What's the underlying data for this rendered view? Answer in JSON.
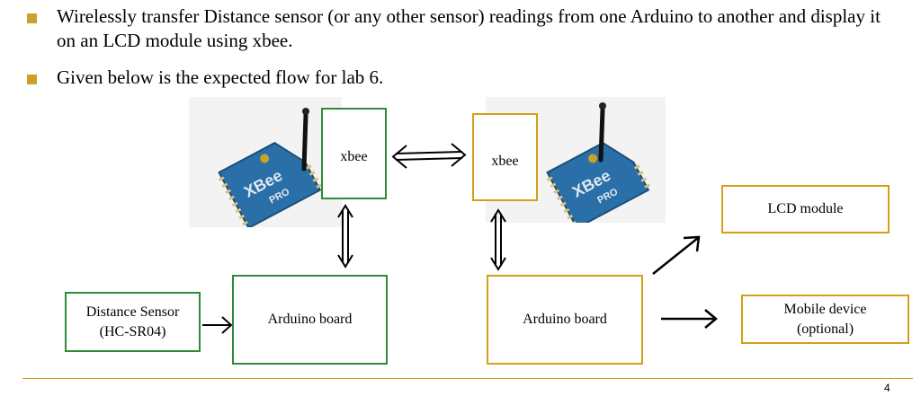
{
  "bullets": [
    {
      "text": "Wirelessly transfer Distance sensor (or any other sensor) readings from one Arduino to another and display it on an LCD module using xbee."
    },
    {
      "text": "Given below is the expected flow for lab 6."
    }
  ],
  "diagram": {
    "xbee_left": "xbee",
    "xbee_right": "xbee",
    "distance_sensor_line1": "Distance Sensor",
    "distance_sensor_line2": "(HC-SR04)",
    "arduino_left": "Arduino board",
    "arduino_right": "Arduino board",
    "lcd_module": "LCD module",
    "mobile_line1": "Mobile device",
    "mobile_line2": "(optional)"
  },
  "module_photo_label": {
    "brand": "XBee",
    "model": "PRO"
  },
  "colors": {
    "bullet": "#c9a227",
    "green_border": "#2e8b3a",
    "gold_border": "#d4a017",
    "module_blue": "#2a6fa8"
  },
  "page_number": "4"
}
